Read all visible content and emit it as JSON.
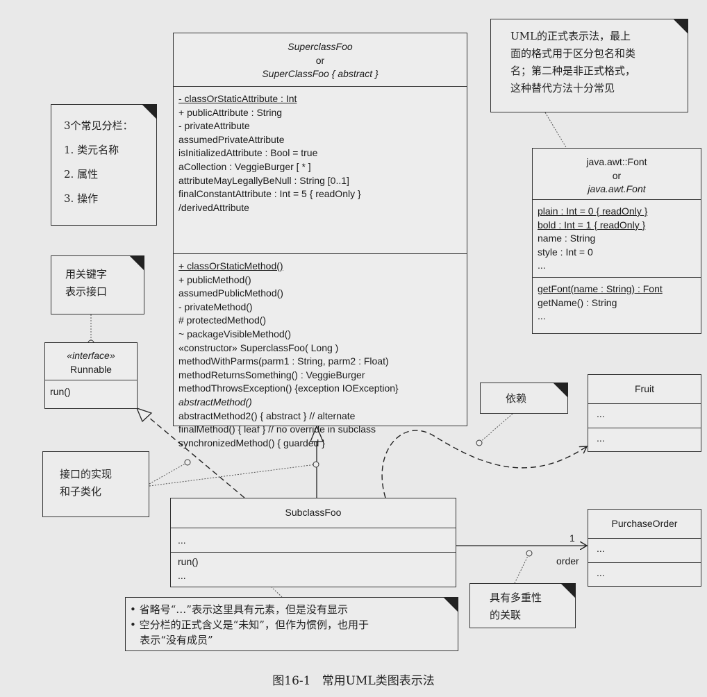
{
  "superclass": {
    "name_lines": [
      "SuperclassFoo",
      "or",
      "SuperClassFoo { abstract }"
    ],
    "attributes": [
      "- classOrStaticAttribute : Int",
      "+ publicAttribute : String",
      "- privateAttribute",
      "assumedPrivateAttribute",
      "isInitializedAttribute : Bool = true",
      "aCollection : VeggieBurger [ * ]",
      "attributeMayLegallyBeNull : String [0..1]",
      "finalConstantAttribute : Int = 5  { readOnly }",
      "/derivedAttribute"
    ],
    "methods": [
      "+ classOrStaticMethod()",
      "+ publicMethod()",
      "assumedPublicMethod()",
      "- privateMethod()",
      "# protectedMethod()",
      "~ packageVisibleMethod()",
      "«constructor» SuperclassFoo( Long )",
      "methodWithParms(parm1 : String, parm2 : Float)",
      "methodReturnsSomething() : VeggieBurger",
      "methodThrowsException() {exception IOException}",
      "abstractMethod()",
      "abstractMethod2() { abstract }   // alternate",
      "finalMethod() { leaf }  // no override in subclass",
      "synchronizedMethod() { guarded }"
    ]
  },
  "font_class": {
    "name_lines": [
      "java.awt::Font",
      "or",
      "java.awt.Font"
    ],
    "attributes": [
      "plain : Int = 0 { readOnly }",
      "bold : Int = 1 { readOnly }",
      "name : String",
      "style : Int = 0",
      "..."
    ],
    "methods": [
      "getFont(name : String) : Font",
      "getName() : String",
      "..."
    ]
  },
  "runnable": {
    "stereotype": "«interface»",
    "name": "Runnable",
    "methods": [
      "run()"
    ]
  },
  "fruit": {
    "name": "Fruit",
    "attributes": [
      "..."
    ],
    "methods": [
      "..."
    ]
  },
  "subclass": {
    "name": "SubclassFoo",
    "attributes": [
      "..."
    ],
    "methods": [
      "run()",
      "..."
    ]
  },
  "purchase_order": {
    "name": "PurchaseOrder",
    "attributes": [
      "..."
    ],
    "methods": [
      "..."
    ],
    "multiplicity": "1",
    "role": "order"
  },
  "notes": {
    "uml_formal": [
      "UML的正式表示法，最上",
      "面的格式用于区分包名和类",
      "名；第二种是非正式格式，",
      "这种替代方法十分常见"
    ],
    "compartments": [
      "3个常见分栏：",
      "1. 类元名称",
      "2. 属性",
      "3. 操作"
    ],
    "interface_keyword": [
      "用关键字",
      "表示接口"
    ],
    "dependency": "依赖",
    "realization": [
      "接口的实现",
      "和子类化"
    ],
    "multiplicity_assoc": [
      "具有多重性",
      "的关联"
    ],
    "ellipsis": [
      "• 省略号“…”表示这里具有元素，但是没有显示",
      "• 空分栏的正式含义是“未知”，但作为惯例，也用于",
      "   表示“没有成员”"
    ]
  },
  "caption": "图16-1   常用UML类图表示法"
}
